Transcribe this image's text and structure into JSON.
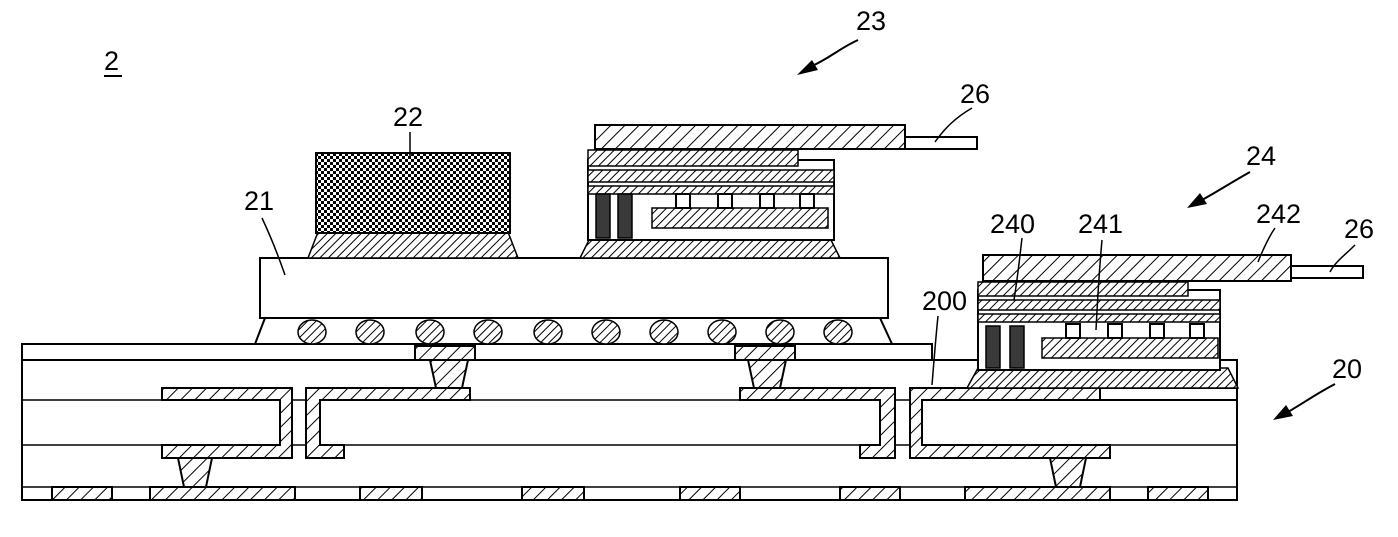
{
  "figure": {
    "labels": {
      "package": "2",
      "substrate": "20",
      "substrate_surface": "200",
      "interposer": "21",
      "chip": "22",
      "module_upper": "23",
      "module_lower": "24",
      "layer_240": "240",
      "layer_241": "241",
      "layer_242": "242",
      "lead_upper": "26",
      "lead_lower": "26"
    }
  }
}
